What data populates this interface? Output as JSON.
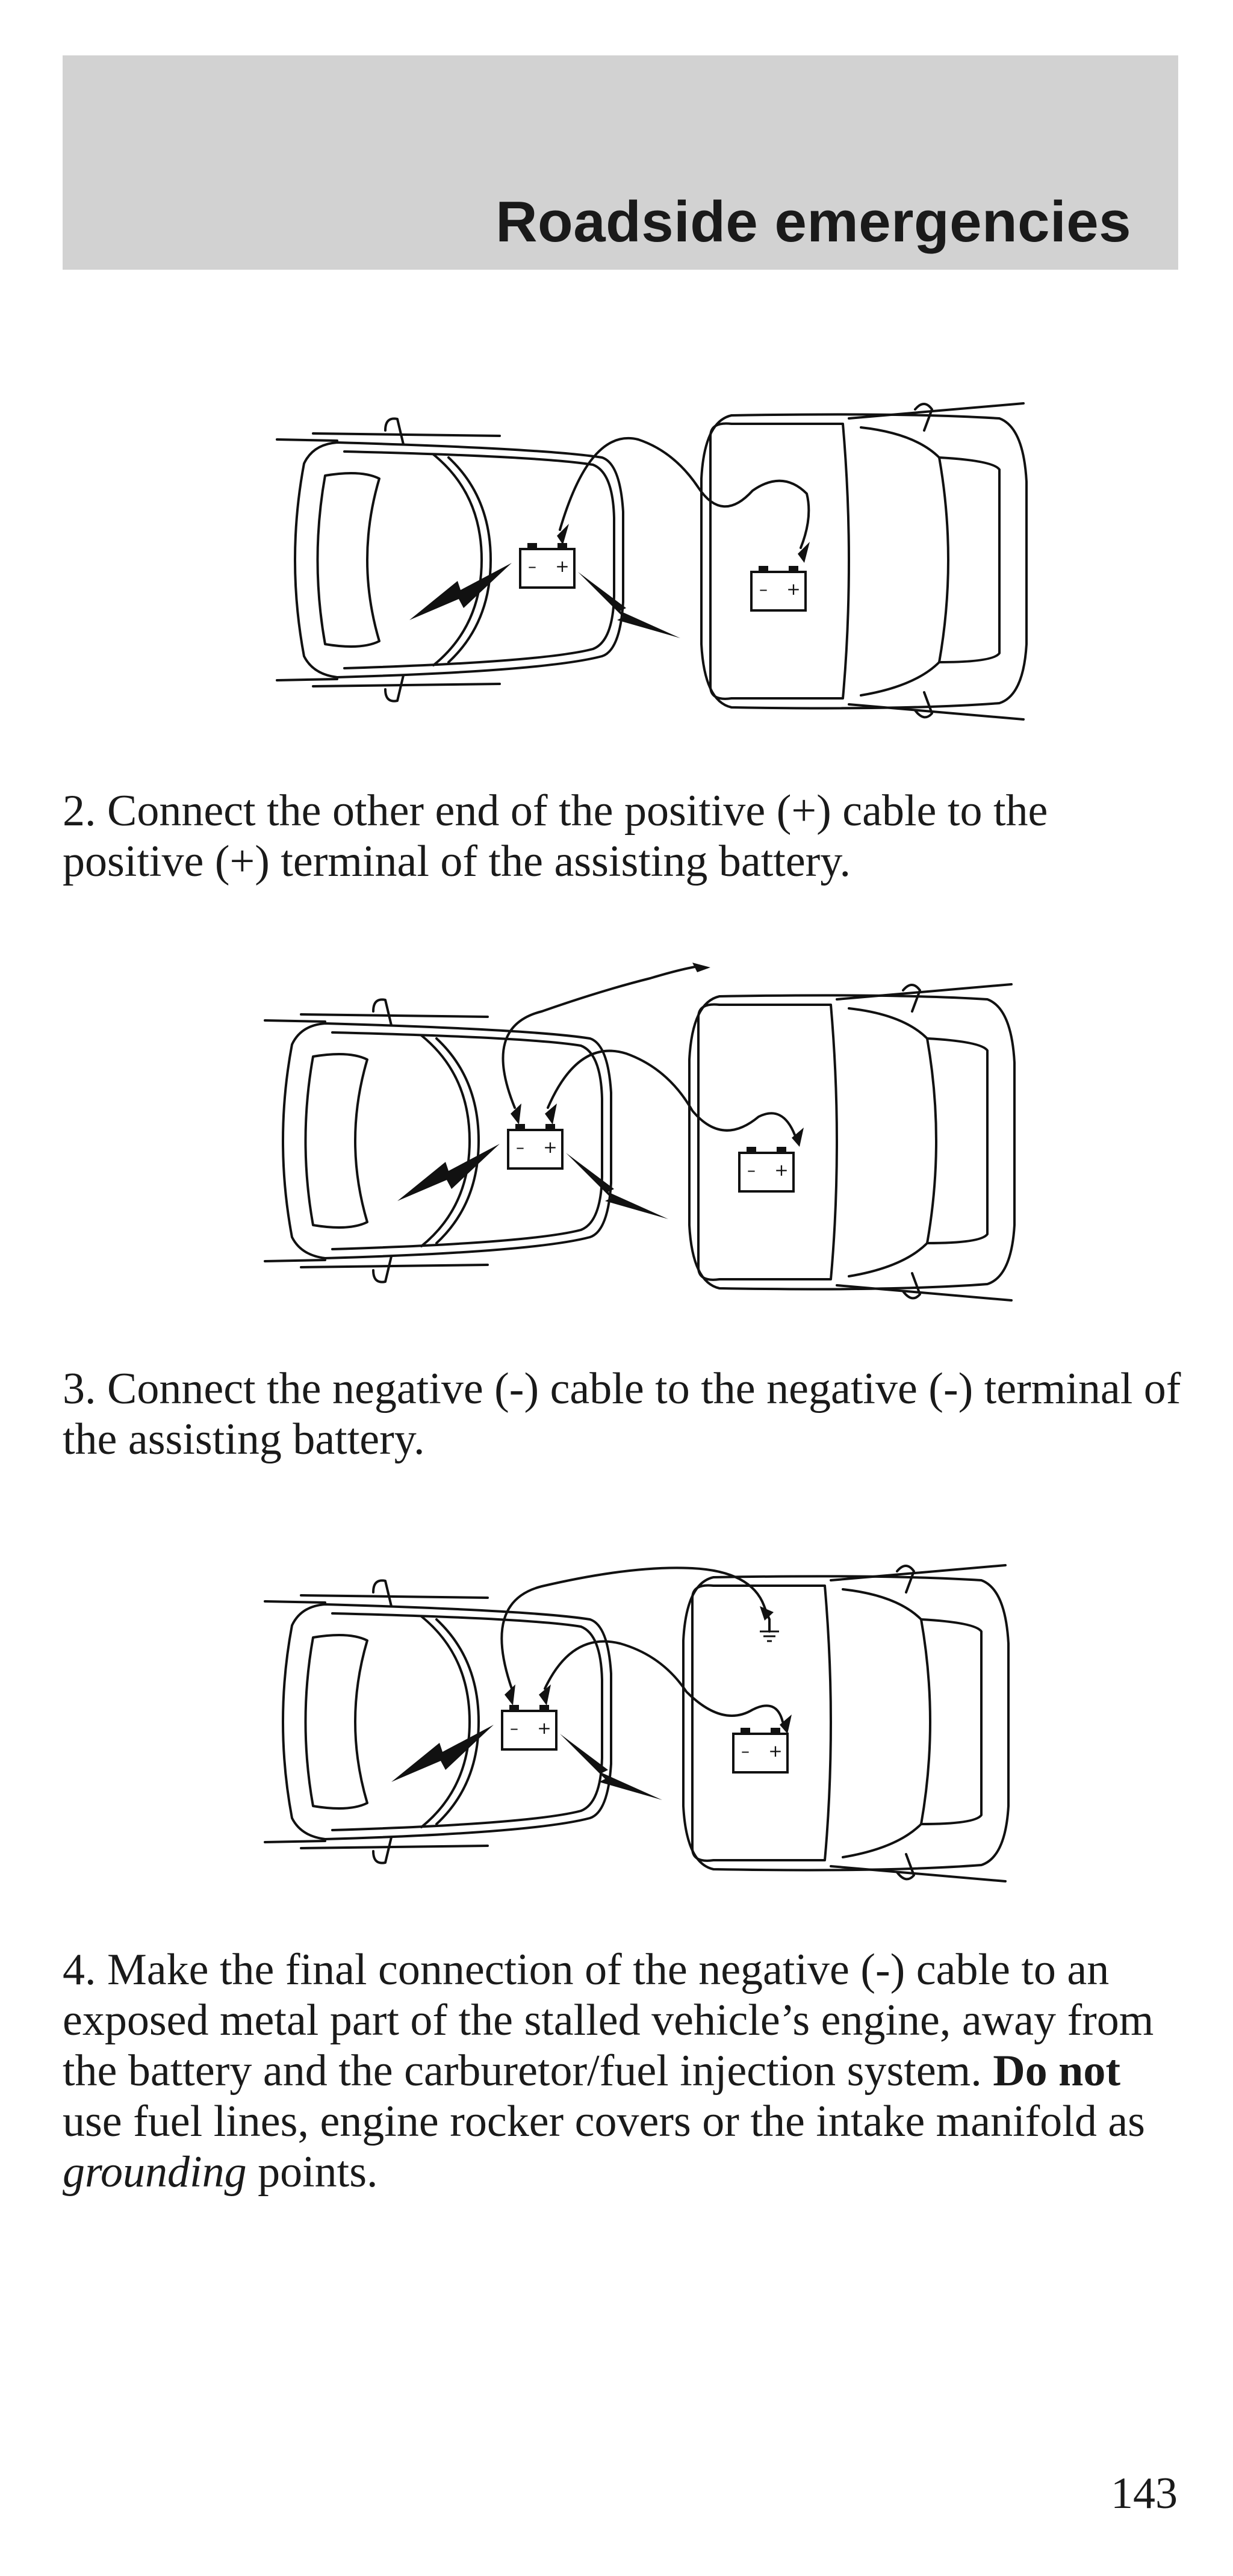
{
  "header": {
    "title": "Roadside emergencies"
  },
  "figures": [
    {
      "name": "jumper-step-2-illustration",
      "icon": "two-cars-jump-start-positive-cable"
    },
    {
      "name": "jumper-step-3-illustration",
      "icon": "two-cars-jump-start-negative-cable"
    },
    {
      "name": "jumper-step-4-illustration",
      "icon": "two-cars-jump-start-ground-connection"
    }
  ],
  "steps": {
    "step2": "2. Connect the other end of the positive (+) cable to the positive (+) terminal of the assisting battery.",
    "step3": "3. Connect the negative (-) cable to the negative (-) terminal of the assisting battery.",
    "step4_part1": "4. Make the final connection of the negative (-) cable to an exposed metal part of the stalled vehicle’s engine, away from the battery and the carburetor/fuel injection system. ",
    "step4_bold": "Do not",
    "step4_part2": " use fuel lines, engine rocker covers or the intake manifold as ",
    "step4_italic": "grounding",
    "step4_part3": " points."
  },
  "battery": {
    "minus": "–",
    "plus": "+"
  },
  "page_number": "143",
  "colors": {
    "header_band": "#d2d2d2",
    "text": "#1a1a1a",
    "line": "#111111"
  }
}
